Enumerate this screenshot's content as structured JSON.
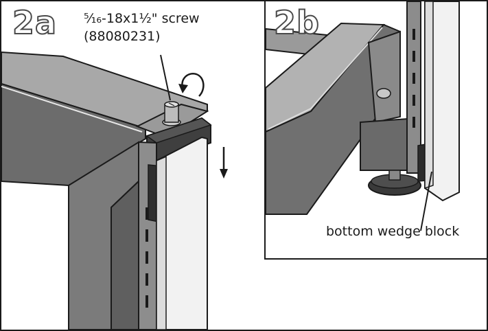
{
  "steps": {
    "a": "2a",
    "b": "2b"
  },
  "callouts": {
    "screw_line1": "⁵⁄₁₆-18x1½\" screw",
    "screw_line2": "(88080231)",
    "wedge": "bottom wedge block"
  },
  "colors": {
    "frame_dark": "#6d6d6d",
    "frame_mid": "#8a8a8a",
    "frame_light": "#a9a9a9",
    "post_white": "#f1f1f1",
    "outline": "#1a1a1a"
  },
  "icons": {
    "rotate": "rotate-arrow-icon",
    "down": "down-arrow-icon"
  }
}
